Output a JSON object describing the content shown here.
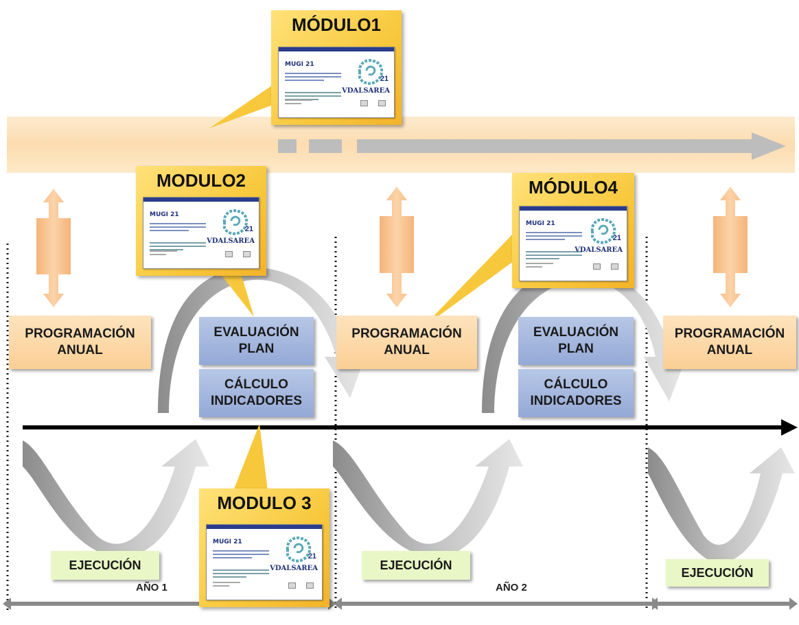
{
  "modules": {
    "m1": {
      "title": "MÓDULO1",
      "screen_app": "MUGI 21",
      "screen_logo_num": "21",
      "screen_logo_text": "VDALSAREA"
    },
    "m2": {
      "title": "MODULO2",
      "screen_app": "MUGI 21",
      "screen_logo_num": "21",
      "screen_logo_text": "VDALSAREA"
    },
    "m3": {
      "title": "MODULO 3",
      "screen_app": "MUGI 21",
      "screen_logo_num": "21",
      "screen_logo_text": "VDALSAREA"
    },
    "m4": {
      "title": "MÓDULO4",
      "screen_app": "MUGI 21",
      "screen_logo_num": "21",
      "screen_logo_text": "VDALSAREA"
    }
  },
  "programacion": {
    "line1": "PROGRAMACIÓN",
    "line2": "ANUAL"
  },
  "evaluacion": {
    "line1": "EVALUACIÓN",
    "line2": "PLAN"
  },
  "calculo": {
    "line1": "CÁLCULO",
    "line2": "INDICADORES"
  },
  "ejecucion": "EJECUCIÓN",
  "years": {
    "y1": "AÑO 1",
    "y2": "AÑO 2"
  },
  "colors": {
    "band": "#fce7c3",
    "orange_box": "#fbd7a6",
    "blue_box": "#a3b6de",
    "green_box": "#e9f7c6",
    "module_yellow": "#f8c83c",
    "arrow_orange": "#f6b985",
    "timeline": "#000000"
  }
}
